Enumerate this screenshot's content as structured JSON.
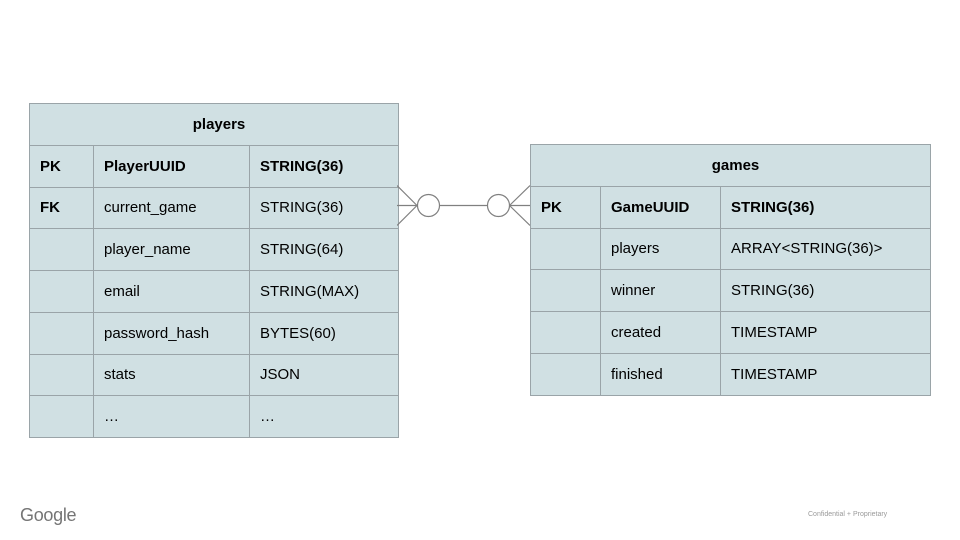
{
  "colors": {
    "table_fill": "#d0e0e3",
    "table_border": "#9aa4a8",
    "text": "#000000",
    "connector": "#808080",
    "brand_gray": "#757575",
    "classification_gray": "#9a9a9a",
    "background": "#ffffff"
  },
  "players_table": {
    "title": "players",
    "rows": [
      {
        "key": "PK",
        "name": "PlayerUUID",
        "type": "STRING(36)"
      },
      {
        "key": "FK",
        "name": "current_game",
        "type": "STRING(36)"
      },
      {
        "key": "",
        "name": "player_name",
        "type": "STRING(64)"
      },
      {
        "key": "",
        "name": "email",
        "type": "STRING(MAX)"
      },
      {
        "key": "",
        "name": "password_hash",
        "type": "BYTES(60)"
      },
      {
        "key": "",
        "name": "stats",
        "type": "JSON"
      },
      {
        "key": "",
        "name": "…",
        "type": "…"
      }
    ]
  },
  "games_table": {
    "title": "games",
    "rows": [
      {
        "key": "PK",
        "name": "GameUUID",
        "type": "STRING(36)"
      },
      {
        "key": "",
        "name": "players",
        "type": "ARRAY<STRING(36)>"
      },
      {
        "key": "",
        "name": "winner",
        "type": "STRING(36)"
      },
      {
        "key": "",
        "name": "created",
        "type": "TIMESTAMP"
      },
      {
        "key": "",
        "name": "finished",
        "type": "TIMESTAMP"
      }
    ]
  },
  "relationship": {
    "left_end": "zero-or-many",
    "right_end": "zero-or-many"
  },
  "footer": {
    "brand": "Google",
    "classification": "Confidential + Proprietary"
  }
}
